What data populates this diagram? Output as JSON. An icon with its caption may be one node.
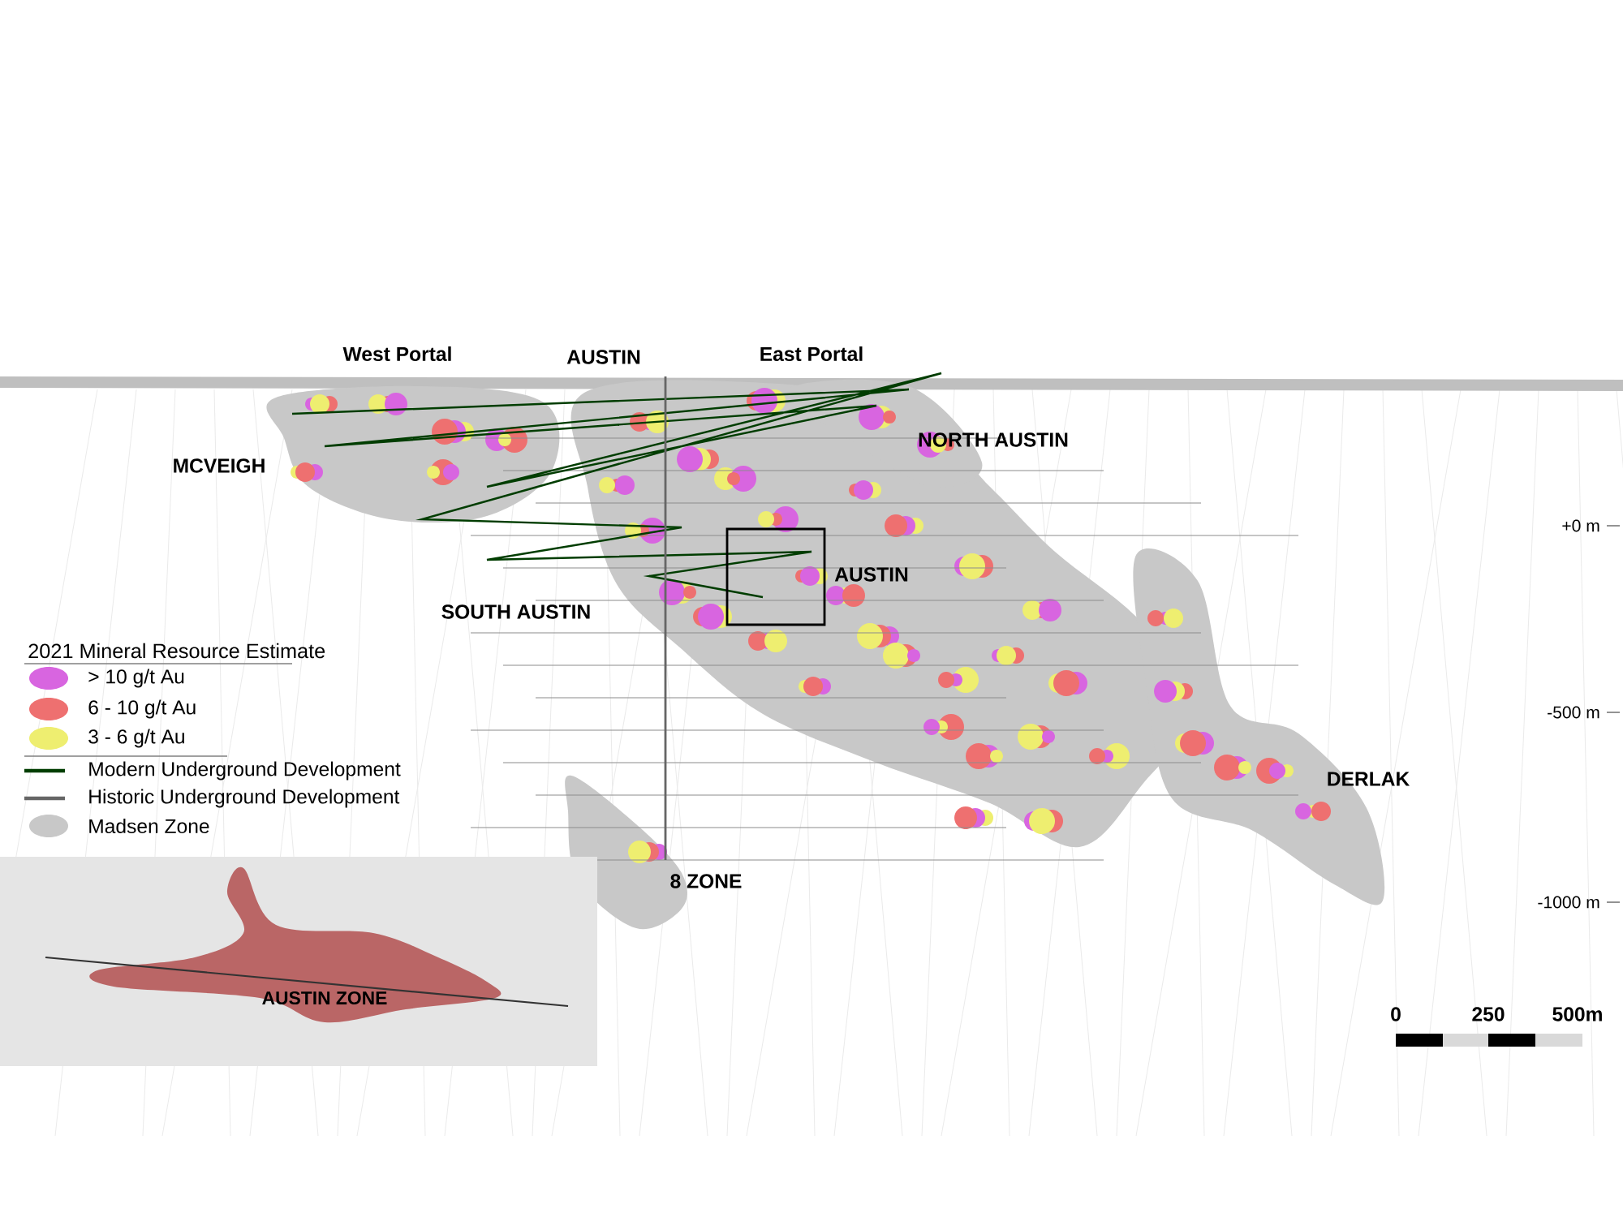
{
  "diagram": {
    "labels": [
      "West Portal",
      "AUSTIN",
      "East Portal",
      "NORTH AUSTIN",
      "MCVEIGH",
      "+0 m",
      "SOUTH AUSTIN",
      "AUSTIN",
      "2021 Mineral Resource Estimate",
      "-500 m",
      "DERLAK",
      "8 ZONE",
      "-1000 m",
      "AUSTIN ZONE",
      "0",
      "250",
      "500m"
    ],
    "legend": [
      {
        "text": "> 10 g/t Au",
        "color": "#d865e0"
      },
      {
        "text": "6 - 10 g/t Au",
        "color": "#ee7070"
      },
      {
        "text": "3 - 6 g/t Au",
        "color": "#eeee70"
      },
      {
        "text": "Modern Underground Development"
      },
      {
        "text": "Historic Underground Development"
      },
      {
        "text": "Madsen Zone",
        "color": "#c8c8c8"
      }
    ]
  }
}
